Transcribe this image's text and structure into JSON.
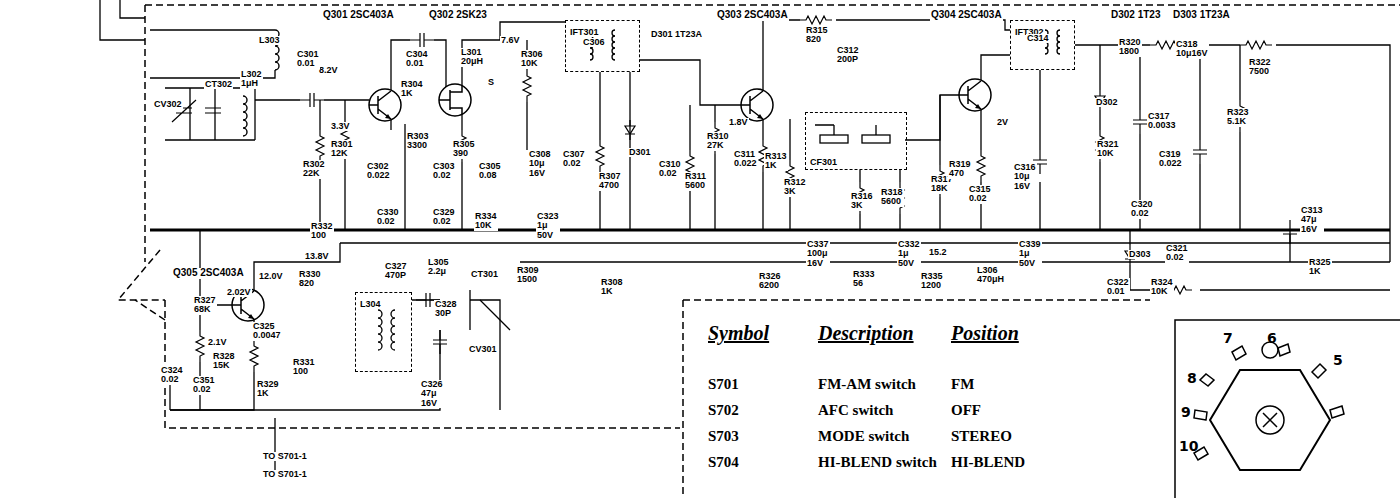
{
  "diagram": {
    "nodes": [
      {
        "text": [
          "IFT301"
        ]
      },
      {
        "text": [
          "CF301"
        ]
      },
      {
        "text": [
          "IFT302"
        ]
      },
      {
        "text": [
          "L304"
        ]
      }
    ],
    "labels": [
      "Q301 2SC403A",
      "Q302 2SK23",
      "Q303 2SC403A",
      "Q304 2SC403A",
      "D302 1T23",
      "D303 1T23A",
      "L303",
      "8.2V",
      "3.3V",
      "C301 0.01",
      "L302 1μH",
      "CT302",
      "CV302",
      "R302 22K",
      "R301 12K",
      "C302 0.022",
      "R303 3300",
      "C303 0.02",
      "C304 0.01",
      "L301 20μH",
      "R304 1K",
      "R305 390",
      "C305 0.08",
      "7.6V",
      "S",
      "R306 10K",
      "C306",
      "D301 1T23A",
      "C308 10μ 16V",
      "C307 0.02",
      "R307 4700",
      "D301",
      "C310 0.02",
      "R311 5600",
      "R310 27K",
      "1.8V",
      "C311 0.022",
      "R313 1K",
      "R312 3K",
      "R315 820",
      "C312 200P",
      "R316 3K",
      "R317 18K",
      "R318 5600",
      "R319 470",
      "C315 0.02",
      "2V",
      "C314",
      "C316 10μ 16V",
      "R320 1800",
      "C318 10μ16V",
      "R322 7500",
      "R321 10K",
      "C317 0.0033",
      "C319 0.022",
      "R323 5.1K",
      "D302",
      "C320 0.02",
      "C313 47μ 16V",
      "D303",
      "C321 0.02",
      "C322 0.01",
      "R324 10K",
      "R325 1K",
      "C329 0.02",
      "C330 0.02",
      "R334 10K",
      "C323 1μ 50V",
      "R309 1500",
      "R308 1K",
      "C337 100μ 16V",
      "C332 1μ 50V",
      "15.2",
      "R326 6200",
      "R333 56",
      "R335 1200",
      "L306 470μH",
      "C339 1μ 50V",
      "R332 100",
      "13.8V",
      "Q305 2SC403A",
      "R327 68K",
      "2.02V",
      "12.0V",
      "R330 820",
      "C327 470P",
      "L305 2.2μ",
      "C328 30P",
      "CT301",
      "CV301",
      "2.1V",
      "R328 15K",
      "C325 0.0047",
      "R331 100",
      "C326 47μ 16V",
      "C324 0.02",
      "C351 0.02",
      "R329 1K",
      "TO S701-1",
      "TO S701-1",
      "Symbol",
      "Description",
      "Position",
      "S701",
      "FM-AM switch",
      "FM",
      "S702",
      "AFC switch",
      "OFF",
      "S703",
      "MODE switch",
      "STEREO",
      "S704",
      "HI-BLEND switch",
      "HI-BLEND",
      "7",
      "6",
      "5",
      "8",
      "9",
      "10"
    ]
  }
}
